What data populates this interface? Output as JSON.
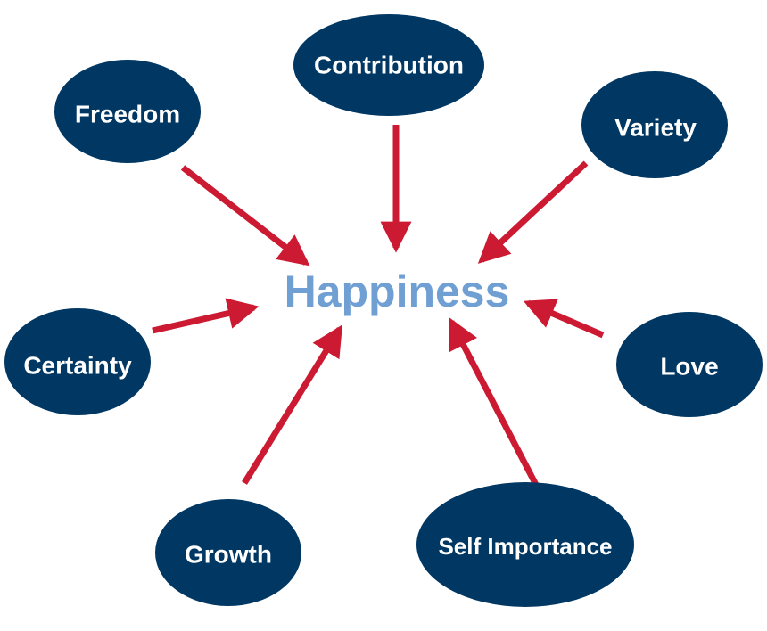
{
  "diagram": {
    "center": {
      "label": "Happiness"
    },
    "nodes": [
      {
        "id": "contribution",
        "label": "Contribution"
      },
      {
        "id": "freedom",
        "label": "Freedom"
      },
      {
        "id": "variety",
        "label": "Variety"
      },
      {
        "id": "certainty",
        "label": "Certainty"
      },
      {
        "id": "love",
        "label": "Love"
      },
      {
        "id": "growth",
        "label": "Growth"
      },
      {
        "id": "self-importance",
        "label": "Self Importance"
      }
    ],
    "colors": {
      "node_fill": "#003763",
      "node_text": "#ffffff",
      "arrow": "#cc1a33",
      "center_text": "#6f9fd3"
    },
    "icons": {
      "arrow": "arrow-right-icon"
    }
  }
}
